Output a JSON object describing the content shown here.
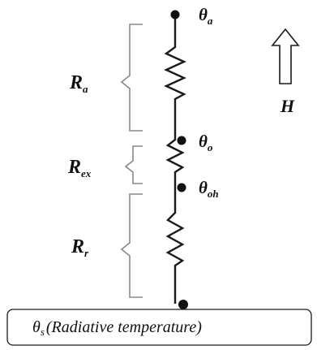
{
  "nodes": {
    "theta_a": {
      "symbol": "θ",
      "sub": "a"
    },
    "theta_o": {
      "symbol": "θ",
      "sub": "o"
    },
    "theta_oh": {
      "symbol": "θ",
      "sub": "oh"
    }
  },
  "resistances": {
    "Ra": {
      "symbol": "R",
      "sub": "a"
    },
    "Rex": {
      "symbol": "R",
      "sub": "ex"
    },
    "Rr": {
      "symbol": "R",
      "sub": "r"
    }
  },
  "flux": {
    "label": "H"
  },
  "base": {
    "symbol": "θ",
    "sub": "s",
    "label": "(Radiative temperature)"
  }
}
